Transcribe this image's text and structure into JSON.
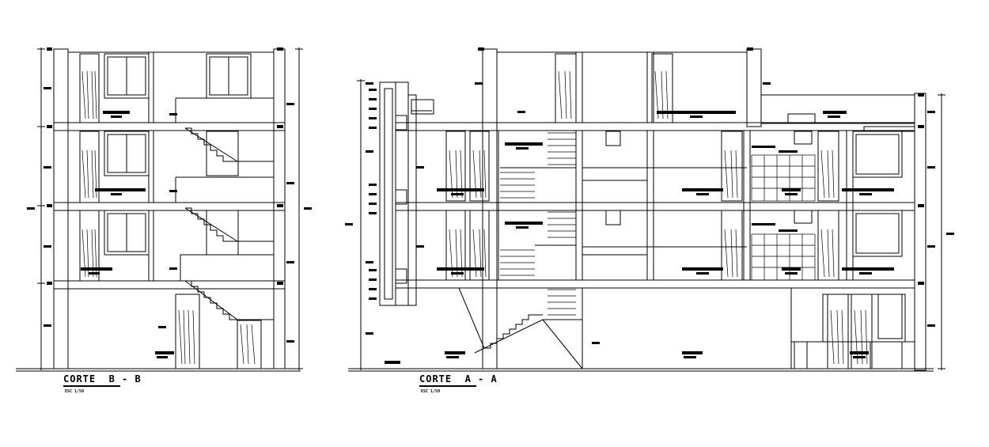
{
  "sections": [
    {
      "id": "b-b",
      "title": "CORTE  B - B",
      "scale": "ESC 1/50"
    },
    {
      "id": "a-a",
      "title": "CORTE  A - A",
      "scale": "ESC 1/50"
    }
  ],
  "colors": {
    "line": "#000000",
    "background": "#ffffff"
  }
}
